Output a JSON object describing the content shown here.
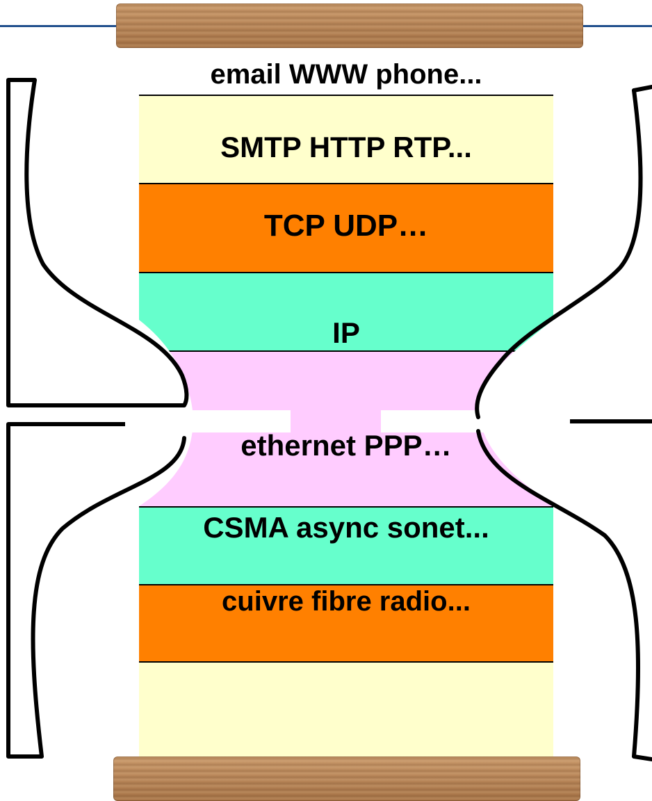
{
  "layers": [
    {
      "id": "applications",
      "label": "email  WWW  phone...",
      "color": "#ffffff"
    },
    {
      "id": "application-protocols",
      "label": "SMTP  HTTP  RTP...",
      "color": "#ffffcc"
    },
    {
      "id": "transport",
      "label": "TCP  UDP…",
      "color": "#ff8000"
    },
    {
      "id": "network",
      "label": "IP",
      "color": "#66ffcc"
    },
    {
      "id": "link",
      "label": "ethernet   PPP…",
      "color": "#ffccff"
    },
    {
      "id": "media-access",
      "label": "CSMA  async  sonet...",
      "color": "#66ffcc"
    },
    {
      "id": "physical",
      "label": "cuivre  fibre radio...",
      "color": "#ff8000"
    },
    {
      "id": "bottom",
      "label": "",
      "color": "#ffffcc"
    }
  ],
  "colors": {
    "rule": "#1f4e8c",
    "wood": "#b9875a",
    "outline": "#000000"
  }
}
